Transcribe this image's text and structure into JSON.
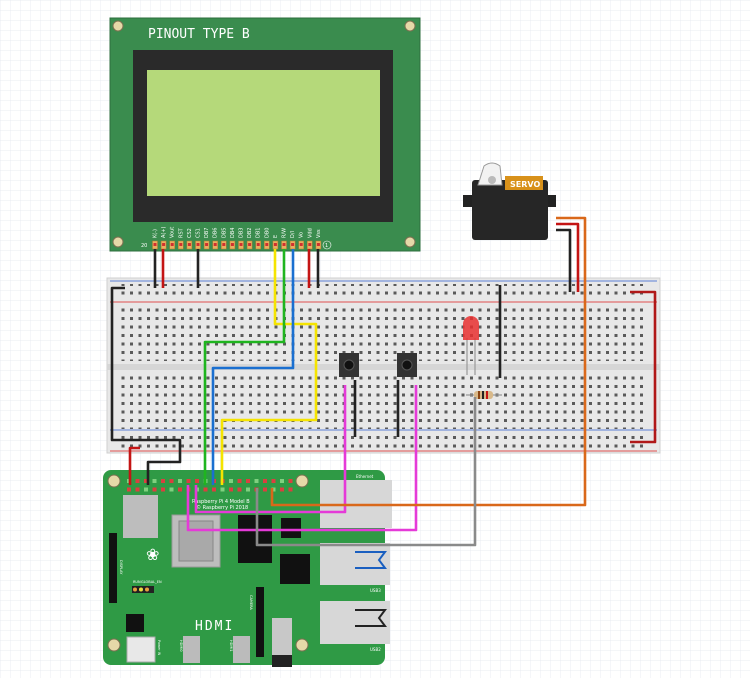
{
  "lcd": {
    "title": "PINOUT TYPE B",
    "pin_first": "20",
    "pin_last": "1",
    "pins": [
      "K(-)",
      "A(+)",
      "Vout",
      "RST",
      "CS2",
      "CS1",
      "DB7",
      "DB6",
      "DB5",
      "DB4",
      "DB3",
      "DB2",
      "DB1",
      "DB0",
      "E",
      "R/W",
      "D/I",
      "Vo",
      "Vdd",
      "Vss"
    ],
    "board_color": "#3a8c4e",
    "screen_color": "#b5d97a"
  },
  "servo": {
    "label": "SERVO"
  },
  "pi": {
    "model": "Raspberry Pi 4 Model B",
    "copyright": "© Raspberry Pi 2018",
    "hdmi": "HDMI",
    "ethernet": "Ethernet",
    "usb3": "USB3",
    "usb2": "USB2",
    "run": "RUN",
    "global_en": "GLOBAL_EN",
    "display": "DISPLAY",
    "camera": "CAMERA",
    "power": "Power IN",
    "hdmi0": "HDMI0",
    "hdmi1": "HDMI1",
    "board_color": "#2f9a45"
  },
  "wire_colors": {
    "black": "#222222",
    "red": "#c41414",
    "yellow": "#f5e400",
    "green": "#1fb51f",
    "blue": "#1a6fd0",
    "pink": "#e53ad8",
    "orange": "#d9681a",
    "gray": "#8a8a8a",
    "darkred": "#b01818"
  }
}
